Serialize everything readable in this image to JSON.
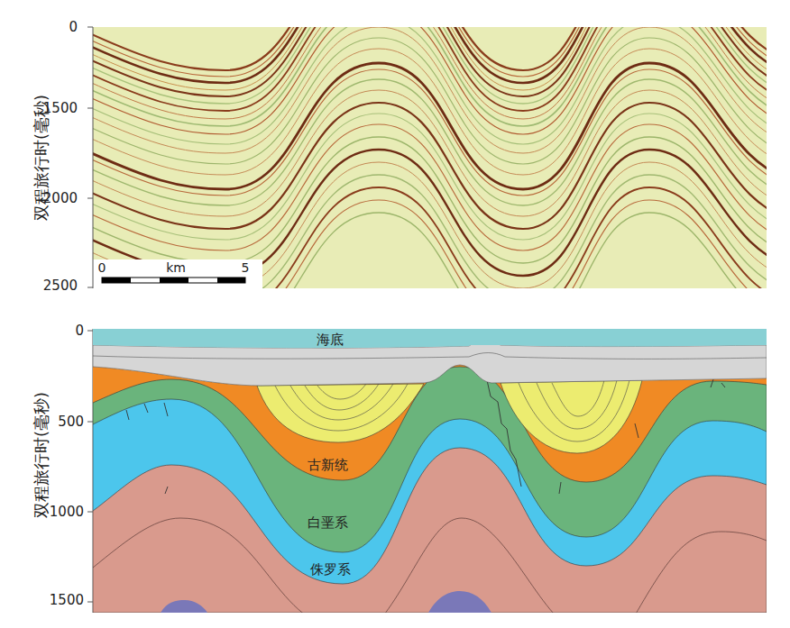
{
  "diagram": {
    "labels": [
      "0",
      "1500",
      "2000",
      "2500",
      "双程旅行时(毫秒)",
      "0",
      "km",
      "5",
      "0",
      "500",
      "1000",
      "1500",
      "双程旅行时(毫秒)",
      "海底",
      "古新统",
      "白垩系",
      "侏罗系"
    ]
  }
}
